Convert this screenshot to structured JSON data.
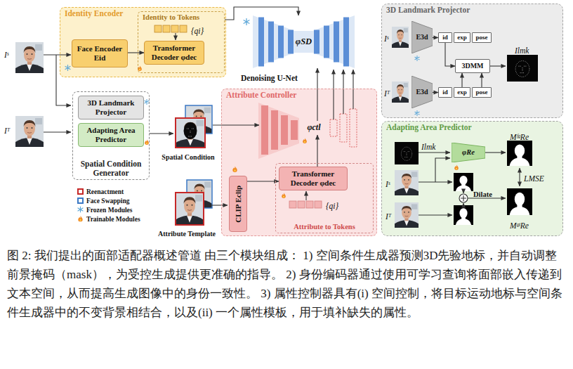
{
  "diagram": {
    "caption": "图 2: 我们提出的面部适配器概述管道 由三个模块组成： 1) 空间条件生成器预测3D先验地标，并自动调整前景掩码（mask），为受控生成提供更准确的指导。 2) 身份编码器通过使用可学习查询将面部嵌入传递到文本空间，从而提高生成图像中的身份一致性。 3) 属性控制器具有(i) 空间控制，将目标运动地标与空间条件生成器中的不变背景相结合，以及(ii) 一个属性模板，用于填补缺失的属性。",
    "nodes": [
      {
        "text": [
          "Identity Encoder"
        ]
      },
      {
        "text": [
          "Identity to Tokens"
        ],
        "in": 0
      },
      {
        "text": [
          "Face Encoder Eid"
        ],
        "in": 0
      },
      {
        "text": [
          "Transformer Decoder φdec"
        ],
        "in": 1
      },
      {
        "text": [
          "φSD"
        ]
      },
      {
        "text": [
          "Spatial Condition Generator"
        ]
      },
      {
        "text": [
          "3D Landmark Projector"
        ],
        "in": 5
      },
      {
        "text": [
          "Adapting Area Predictor"
        ],
        "in": 5
      },
      {
        "text": [
          "Attribute Controller"
        ]
      },
      {
        "text": [
          "φctl"
        ],
        "in": 8
      },
      {
        "text": [
          "Attribute to Tokens"
        ],
        "in": 8
      },
      {
        "text": [
          "Transformer Decoder φdec"
        ],
        "in": 10
      },
      {
        "text": [
          "CLIP Eclip"
        ],
        "in": 8
      },
      {
        "text": [
          "3D Landmark Projector"
        ]
      },
      {
        "text": [
          "E3d"
        ],
        "in": 13
      },
      {
        "text": [
          "id"
        ],
        "in": 13
      },
      {
        "text": [
          "exp"
        ],
        "in": 13
      },
      {
        "text": [
          "pose"
        ],
        "in": 13
      },
      {
        "text": [
          "3DMM"
        ],
        "in": 13
      },
      {
        "text": [
          "E3d"
        ],
        "in": 13
      },
      {
        "text": [
          "id"
        ],
        "in": 13
      },
      {
        "text": [
          "exp"
        ],
        "in": 13
      },
      {
        "text": [
          "pose"
        ],
        "in": 13
      },
      {
        "text": [
          "Adapting Area Predictor"
        ]
      },
      {
        "text": [
          "φRe"
        ],
        "in": 23
      }
    ],
    "edges": [
      {
        "from": 2,
        "to": 3,
        "arrow": "to"
      },
      {
        "from": 1,
        "to": 4,
        "arrow": "to"
      },
      {
        "from": 11,
        "to": 9,
        "arrow": "to"
      },
      {
        "from": 12,
        "to": 11,
        "arrow": "to"
      },
      {
        "from": 9,
        "to": 4,
        "arrow": "to"
      },
      {
        "from": 14,
        "to": 15,
        "arrow": "to"
      },
      {
        "from": 15,
        "to": 18,
        "arrow": "to"
      },
      {
        "from": 19,
        "to": 20,
        "arrow": "to"
      },
      {
        "from": 21,
        "to": 18,
        "arrow": "to"
      },
      {
        "from": 22,
        "to": 18,
        "arrow": "to"
      }
    ],
    "labels": [
      "Iˢ",
      "{qi}",
      "Iᵀ",
      "Denoising U-Net",
      "Spatial Condition",
      "Attribute Template",
      "{qi}",
      "Iˢ",
      "Iᵀ",
      "Ilmk",
      "Ilmk",
      "Iˢ",
      "Iᵀ",
      "MᶠᵍRe",
      "LMSE",
      "Dilate",
      "MᵍᵗRe"
    ],
    "legend": [
      {
        "text": "Reenactment",
        "color": "#c62828"
      },
      {
        "text": "Face Swapping",
        "color": "#3b78c4"
      },
      {
        "text": "Frozen Modules"
      },
      {
        "text": "Trainable Modules"
      }
    ]
  }
}
